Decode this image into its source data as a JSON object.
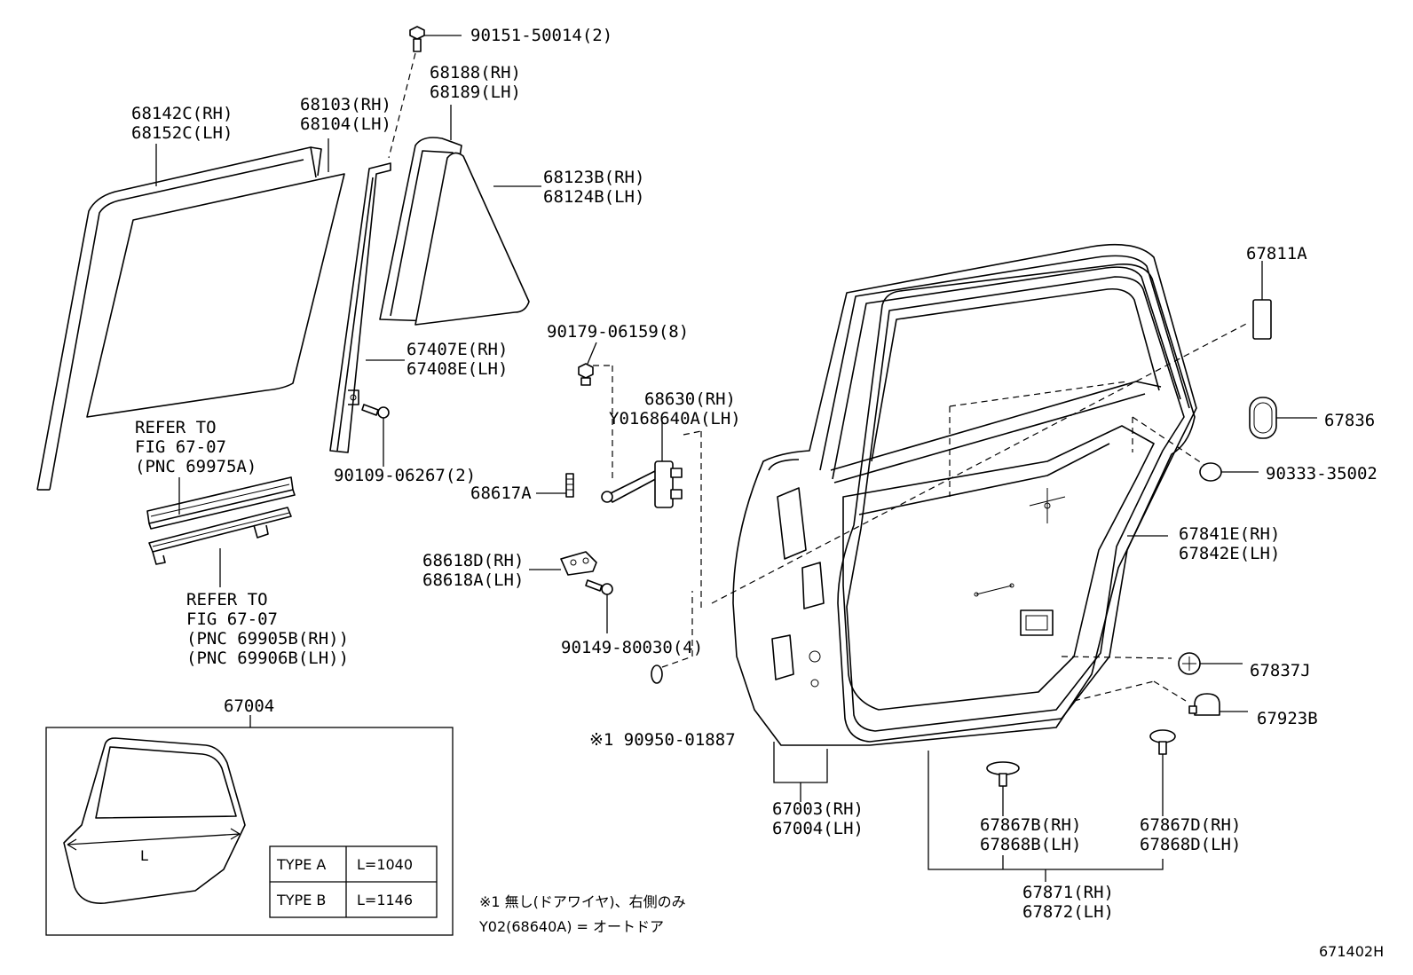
{
  "diagram_code": "671402H",
  "labels": {
    "bolt_top": "90151-50014(2)",
    "quarter_seal_rh": "68188(RH)",
    "quarter_seal_lh": "68189(LH)",
    "run_channel_rh": "68142C(RH)",
    "run_channel_lh": "68152C(LH)",
    "glass_rh": "68103(RH)",
    "glass_lh": "68104(LH)",
    "quarter_glass_rh": "68123B(RH)",
    "quarter_glass_lh": "68124B(LH)",
    "division_bar_rh": "67407E(RH)",
    "division_bar_lh": "67408E(LH)",
    "bolt_division": "90109-06267(2)",
    "refer_1_line1": "REFER TO",
    "refer_1_line2": "FIG 67-07",
    "refer_1_line3": "(PNC 69975A)",
    "refer_2_line1": "REFER TO",
    "refer_2_line2": "FIG 67-07",
    "refer_2_line3": "(PNC 69905B(RH))",
    "refer_2_line4": "(PNC 69906B(LH))",
    "nut_check": "90179-06159(8)",
    "check_rh": "68630(RH)",
    "check_lh": "Y0168640A(LH)",
    "pin": "68617A",
    "hinge_rh": "68618D(RH)",
    "hinge_lh": "68618A(LH)",
    "bolt_hinge": "90149-80030(4)",
    "plug_note": "※1 90950-01887",
    "cushion": "67811A",
    "hole_plug": "67836",
    "plug_small": "90333-35002",
    "weatherstrip_rh": "67841E(RH)",
    "weatherstrip_lh": "67842E(LH)",
    "clip_j": "67837J",
    "clip_b": "67923B",
    "door_panel_rh": "67003(RH)",
    "door_panel_lh": "67004(LH)",
    "clip_ws_b_rh": "67867B(RH)",
    "clip_ws_b_lh": "67868B(LH)",
    "clip_ws_d_rh": "67867D(RH)",
    "clip_ws_d_lh": "67868D(LH)",
    "ws_assy_rh": "67871(RH)",
    "ws_assy_lh": "67872(LH)",
    "box_title": "67004",
    "dimension_letter": "L",
    "footnote_1": "※1 無し(ドアワイヤ)、右側のみ",
    "footnote_2": "Y02(68640A) = オートドア"
  },
  "type_table": {
    "rows": [
      {
        "type": "TYPE A",
        "length": "L=1040"
      },
      {
        "type": "TYPE B",
        "length": "L=1146"
      }
    ]
  }
}
